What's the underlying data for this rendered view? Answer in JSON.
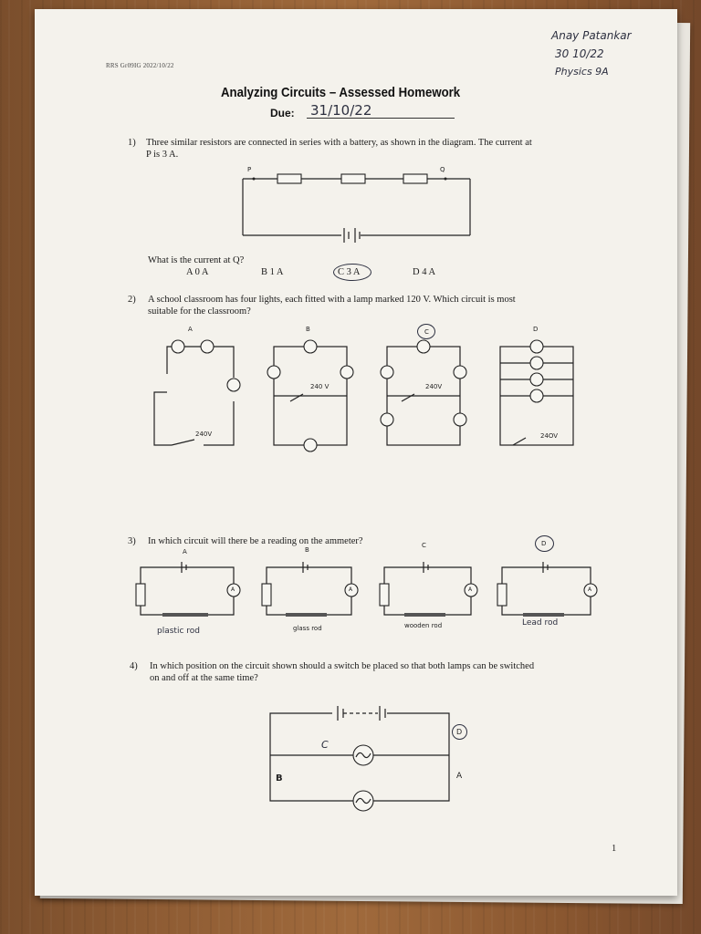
{
  "header": {
    "code": "RRS Gr09IG 2022/10/22",
    "name": "Anay Patankar",
    "date": "30 10/22",
    "class": "Physics 9A",
    "title": "Analyzing Circuits – Assessed Homework",
    "due_label": "Due:",
    "due_value": "31/10/22"
  },
  "q1": {
    "number": "1)",
    "text_line1": "Three similar resistors are connected in series with a battery, as shown in the diagram. The current at",
    "text_line2": "P is 3 A.",
    "label_p": "P",
    "label_q": "Q",
    "prompt": "What is the current at Q?",
    "options": [
      "A 0 A",
      "B 1 A",
      "C 3 A",
      "D 4 A"
    ],
    "selected": "C 3 A"
  },
  "q2": {
    "number": "2)",
    "text_line1": "A school classroom has four lights, each fitted with a lamp marked 120 V. Which circuit is most",
    "text_line2": "suitable for the classroom?",
    "labels": [
      "A",
      "B",
      "C",
      "D"
    ],
    "voltages": [
      "240V",
      "240 V",
      "240V",
      "24OV"
    ],
    "selected": "C"
  },
  "q3": {
    "number": "3)",
    "text": "In which circuit will there be a reading on the ammeter?",
    "labels": [
      "A",
      "B",
      "C",
      "D"
    ],
    "ammeter": "A",
    "rods": [
      "plastic rod",
      "glass rod",
      "wooden rod",
      "Lead rod"
    ],
    "selected": "D"
  },
  "q4": {
    "number": "4)",
    "text_line1": "In which position on the circuit shown should a switch be placed so that both lamps can be switched",
    "text_line2": "on and off at the same time?",
    "positions": [
      "D",
      "C",
      "B",
      "A"
    ],
    "selected": "D"
  },
  "footer": {
    "page_number": "1"
  }
}
